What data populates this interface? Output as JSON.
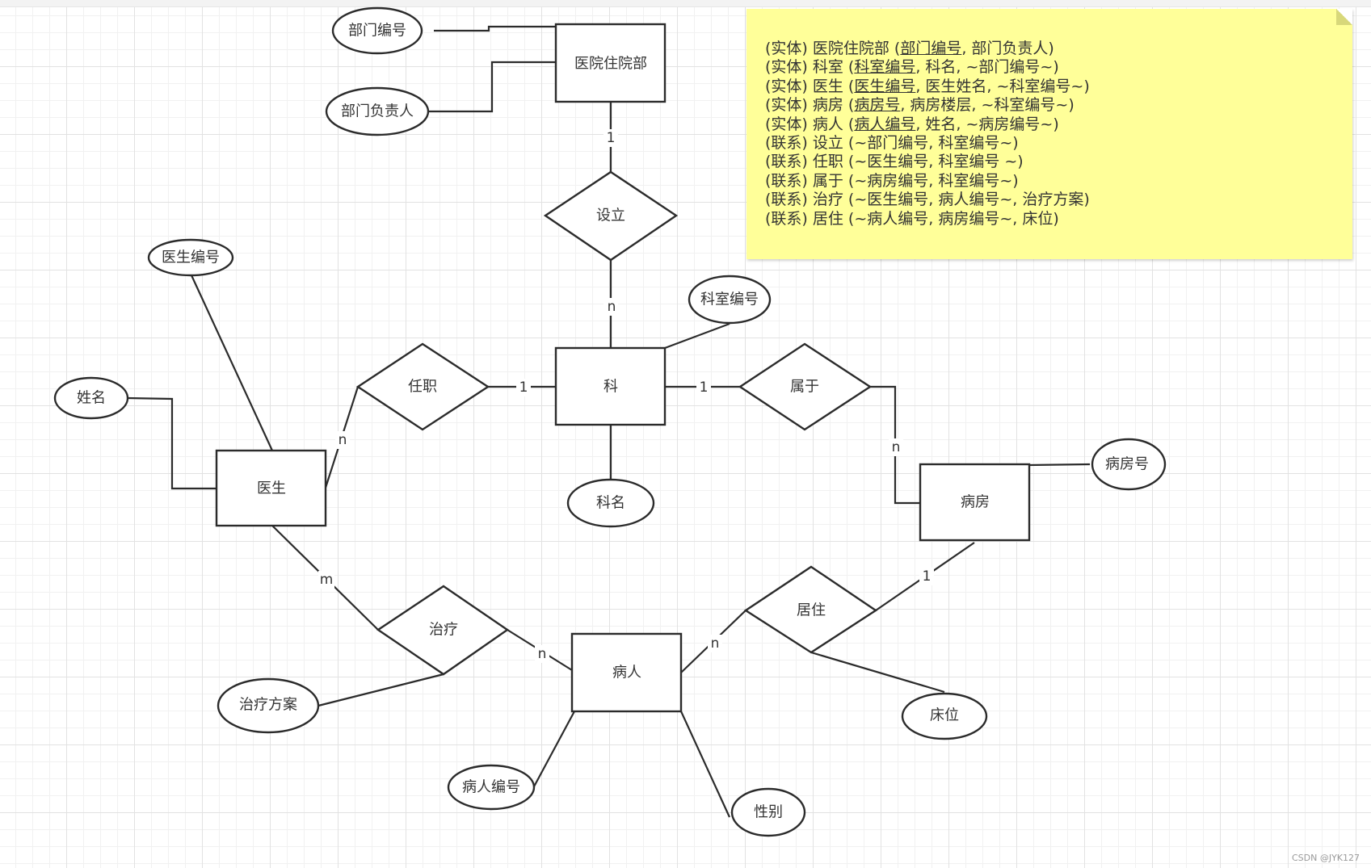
{
  "entities": {
    "hospital": "医院住院部",
    "department": "科",
    "doctor": "医生",
    "ward": "病房",
    "patient": "病人"
  },
  "relationships": {
    "setup": "设立",
    "employ": "任职",
    "belong": "属于",
    "treat": "治疗",
    "reside": "居住"
  },
  "attributes": {
    "dept_no": "部门编号",
    "dept_head": "部门负责人",
    "doctor_no": "医生编号",
    "name": "姓名",
    "room_no": "科室编号",
    "dept_name": "科名",
    "ward_no": "病房号",
    "plan": "治疗方案",
    "patient_no": "病人编号",
    "gender": "性别",
    "bed": "床位"
  },
  "cardinalities": {
    "hospital_setup": "1",
    "setup_dept": "n",
    "employ_dept": "1",
    "doctor_employ": "n",
    "dept_belong": "1",
    "belong_ward": "n",
    "doctor_treat": "m",
    "treat_patient": "n",
    "patient_reside": "n",
    "reside_ward": "1"
  },
  "notes": [
    {
      "prefix": "(实体) 医院住院部 (",
      "key": "部门编号",
      "rest": ", 部门负责人)"
    },
    {
      "prefix": "(实体) 科室 (",
      "key": "科室编号",
      "rest": ", 科名, ~部门编号~)"
    },
    {
      "prefix": "(实体) 医生 (",
      "key": "医生编号",
      "rest": ", 医生姓名, ~科室编号~)"
    },
    {
      "prefix": "(实体) 病房 (",
      "key": "病房号",
      "rest": ", 病房楼层, ~科室编号~)"
    },
    {
      "prefix": "(实体) 病人 (",
      "key": "病人编号",
      "rest": ", 姓名, ~病房编号~)"
    },
    {
      "prefix": "(联系) 设立 (~部门编号, 科室编号~)",
      "key": "",
      "rest": ""
    },
    {
      "prefix": "(联系) 任职 (~医生编号, 科室编号 ~)",
      "key": "",
      "rest": ""
    },
    {
      "prefix": "(联系) 属于 (~病房编号, 科室编号~)",
      "key": "",
      "rest": ""
    },
    {
      "prefix": "(联系) 治疗 (~医生编号, 病人编号~, 治疗方案)",
      "key": "",
      "rest": ""
    },
    {
      "prefix": "(联系) 居住 (~病人编号, 病房编号~, 床位)",
      "key": "",
      "rest": ""
    }
  ],
  "footer": "CSDN @JYK127"
}
